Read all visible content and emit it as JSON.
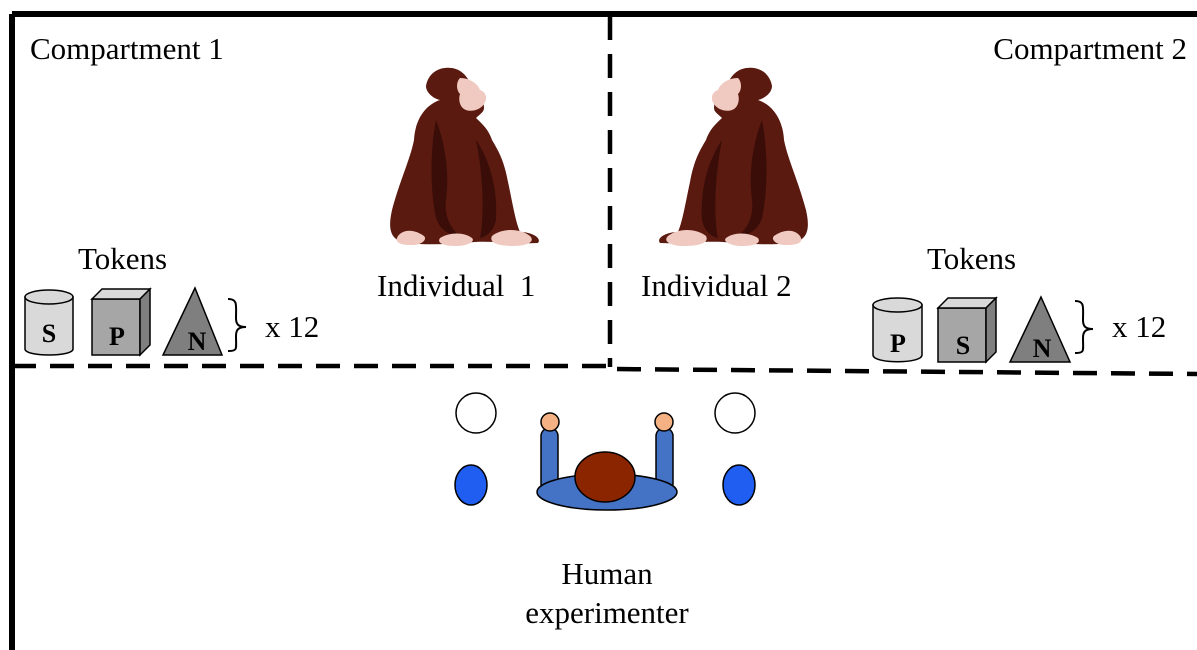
{
  "compartments": [
    {
      "label": "Compartment 1",
      "individual": "Individual  1",
      "tokens_label": "Tokens",
      "tokens": [
        {
          "shape": "cylinder",
          "letter": "S"
        },
        {
          "shape": "cube",
          "letter": "P"
        },
        {
          "shape": "pyramid",
          "letter": "N"
        }
      ],
      "multiplier": "x 12"
    },
    {
      "label": "Compartment 2",
      "individual": "Individual 2",
      "tokens_label": "Tokens",
      "tokens": [
        {
          "shape": "cylinder",
          "letter": "P"
        },
        {
          "shape": "cube",
          "letter": "S"
        },
        {
          "shape": "pyramid",
          "letter": "N"
        }
      ],
      "multiplier": "x 12"
    }
  ],
  "experimenter": {
    "line1": "Human",
    "line2": "experimenter"
  },
  "colors": {
    "chimp_fur": "#5a1a10",
    "chimp_skin": "#f0c9c0",
    "token_light": "#d9d9d9",
    "token_mid": "#a6a6a6",
    "token_dark": "#7f7f7f",
    "human_shirt": "#4472c4",
    "human_hair": "#8b2500",
    "human_hand": "#f4b183",
    "ball_blue": "#1f5ef0"
  }
}
